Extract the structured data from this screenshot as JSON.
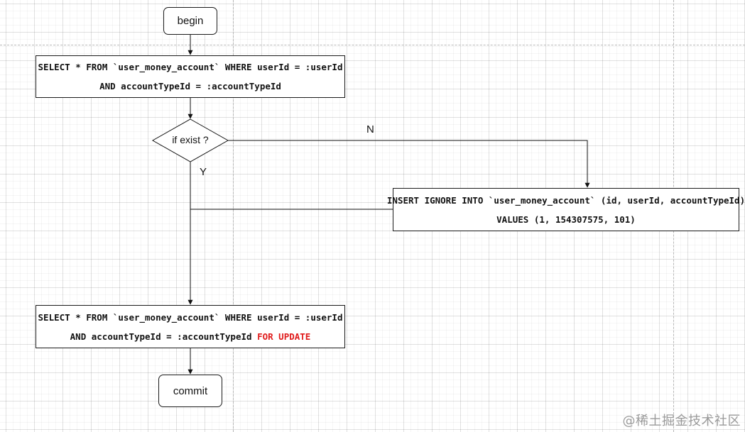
{
  "nodes": {
    "begin": "begin",
    "select_first": {
      "line1": "SELECT * FROM `user_money_account` WHERE userId = :userId",
      "line2": "AND accountTypeId = :accountTypeId"
    },
    "decision": "if exist ?",
    "insert": {
      "line1": "INSERT IGNORE INTO `user_money_account` (id, userId, accountTypeId)",
      "line2": "VALUES (1, 154307575, 101)"
    },
    "select_for_update": {
      "line1": "SELECT * FROM `user_money_account` WHERE userId = :userId",
      "line2_prefix": "AND accountTypeId = :accountTypeId",
      "line2_highlight": "FOR UPDATE",
      "highlight_color": "#e01b1b"
    },
    "commit": "commit"
  },
  "edge_labels": {
    "no": "N",
    "yes": "Y"
  },
  "watermark": "@稀土掘金技术社区"
}
